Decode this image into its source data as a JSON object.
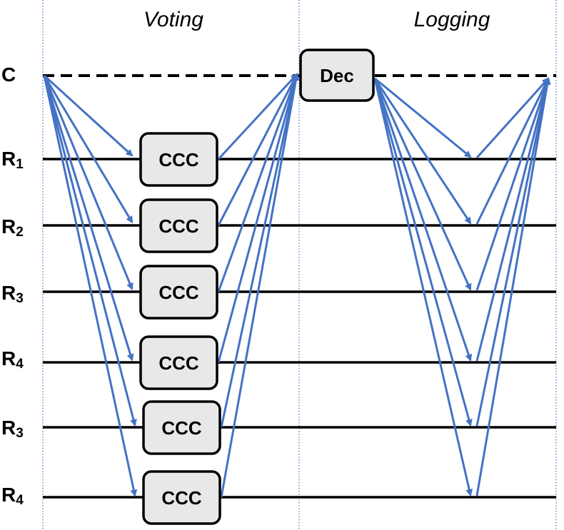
{
  "phases": [
    {
      "label": "Voting"
    },
    {
      "label": "Logging"
    }
  ],
  "coordinator": {
    "label": "C",
    "decision_label": "Dec"
  },
  "rows": [
    {
      "label": "R",
      "subscript": "1",
      "box_label": "CCC"
    },
    {
      "label": "R",
      "subscript": "2",
      "box_label": "CCC"
    },
    {
      "label": "R",
      "subscript": "3",
      "box_label": "CCC"
    },
    {
      "label": "R",
      "subscript": "4",
      "box_label": "CCC"
    },
    {
      "label": "R",
      "subscript": "3",
      "box_label": "CCC"
    },
    {
      "label": "R",
      "subscript": "4",
      "box_label": "CCC"
    }
  ],
  "colors": {
    "arrow": "#4472c4",
    "timeline": "#000000",
    "phase_divider": "#4472c4",
    "box_fill": "#e8e8e8"
  }
}
